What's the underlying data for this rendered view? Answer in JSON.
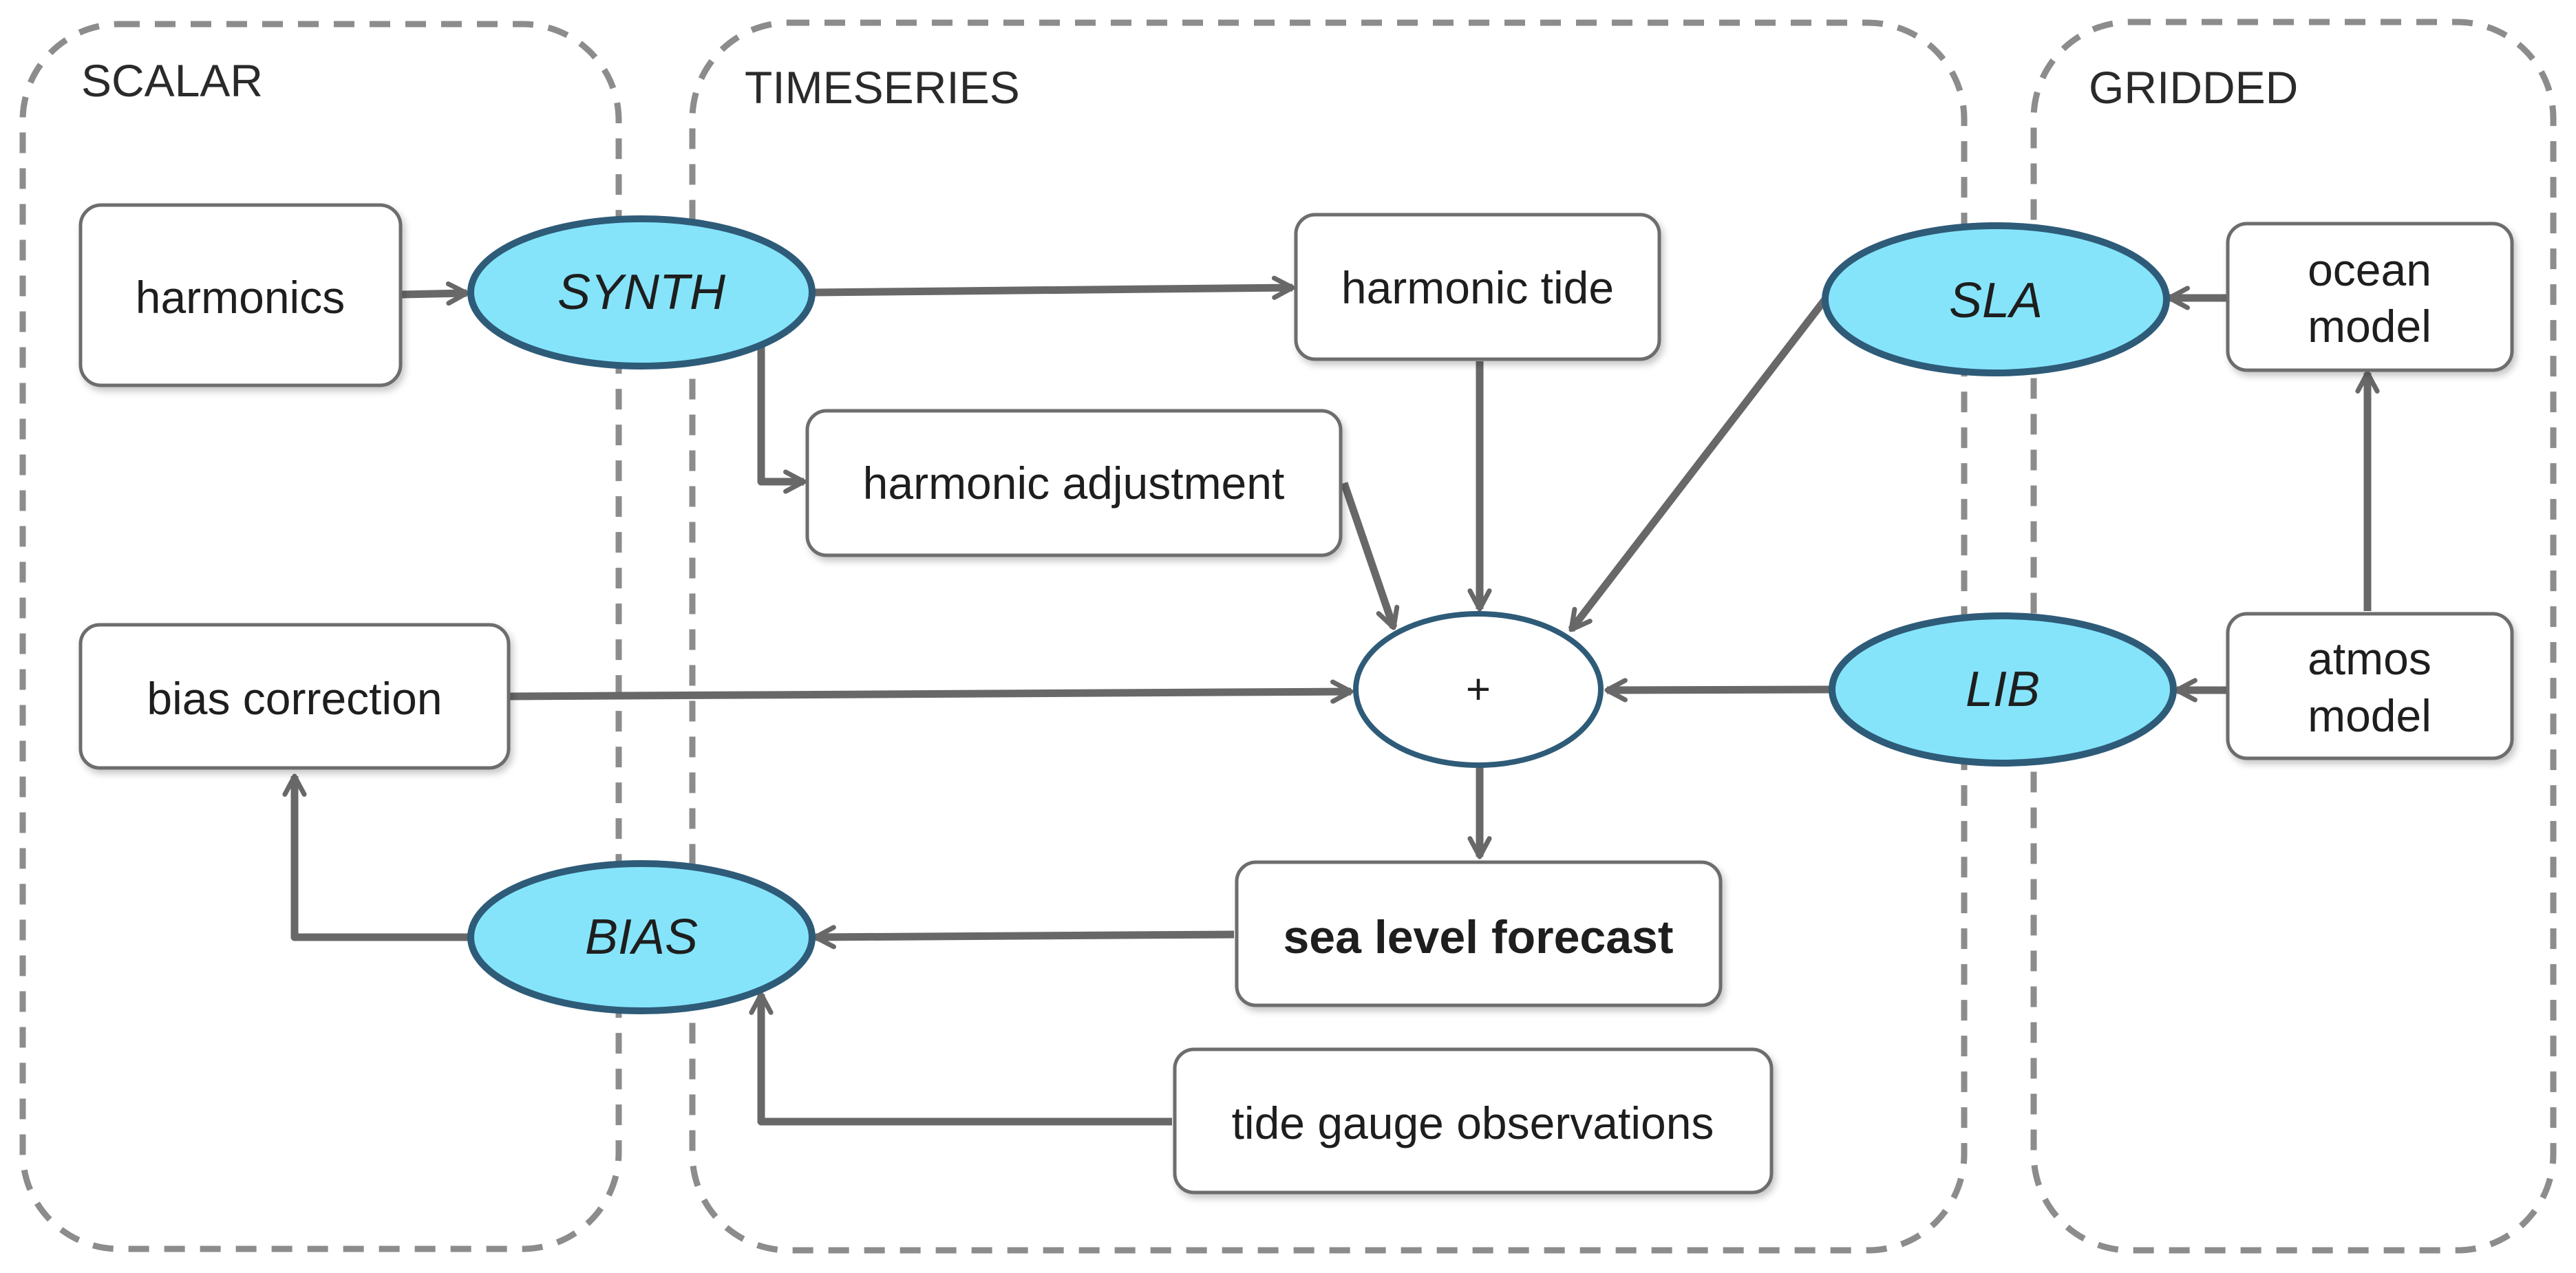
{
  "regions": {
    "scalar": "SCALAR",
    "timeseries": "TIMESERIES",
    "gridded": "GRIDDED"
  },
  "nodes": {
    "harmonics": "harmonics",
    "synth": "SYNTH",
    "harmonic_tide": "harmonic tide",
    "harmonic_adjustment": "harmonic adjustment",
    "sla": "SLA",
    "ocean_model": [
      "ocean",
      "model"
    ],
    "bias_correction": "bias correction",
    "sum": "+",
    "lib": "LIB",
    "atmos_model": [
      "atmos",
      "model"
    ],
    "bias": "BIAS",
    "sea_level_forecast": "sea level forecast",
    "tide_gauge_observations": "tide gauge observations"
  },
  "colors": {
    "process_fill": "#85e4fa",
    "process_stroke": "#2e5b78",
    "connector": "#686868",
    "region_border": "#8c8c8c"
  }
}
